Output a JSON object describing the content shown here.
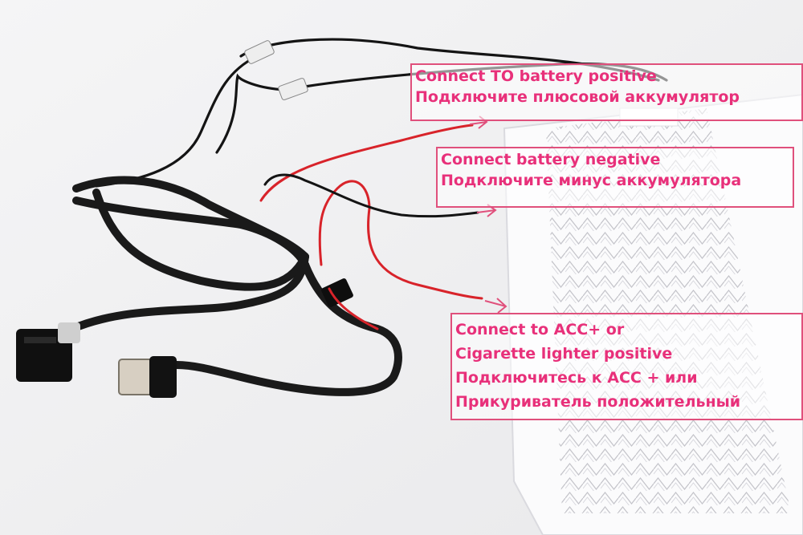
{
  "colors": {
    "label_text": "#e8307a",
    "label_border": "#e0507c",
    "background": "#f2f2f3",
    "wire_black": "#141414",
    "wire_red": "#d8232a"
  },
  "labels": {
    "battery_positive": {
      "line1": "Connect TO battery positive",
      "line2": "Подключите плюсовой аккумулятор"
    },
    "battery_negative": {
      "line1": "Connect battery negative",
      "line2": "Подключите минус аккумулятора"
    },
    "acc": {
      "line1": "Connect to ACC+ or",
      "line2": "Cigarette lighter positive",
      "line3": "Подключитесь к ACC + или",
      "line4": "Прикуриватель положительный"
    }
  }
}
